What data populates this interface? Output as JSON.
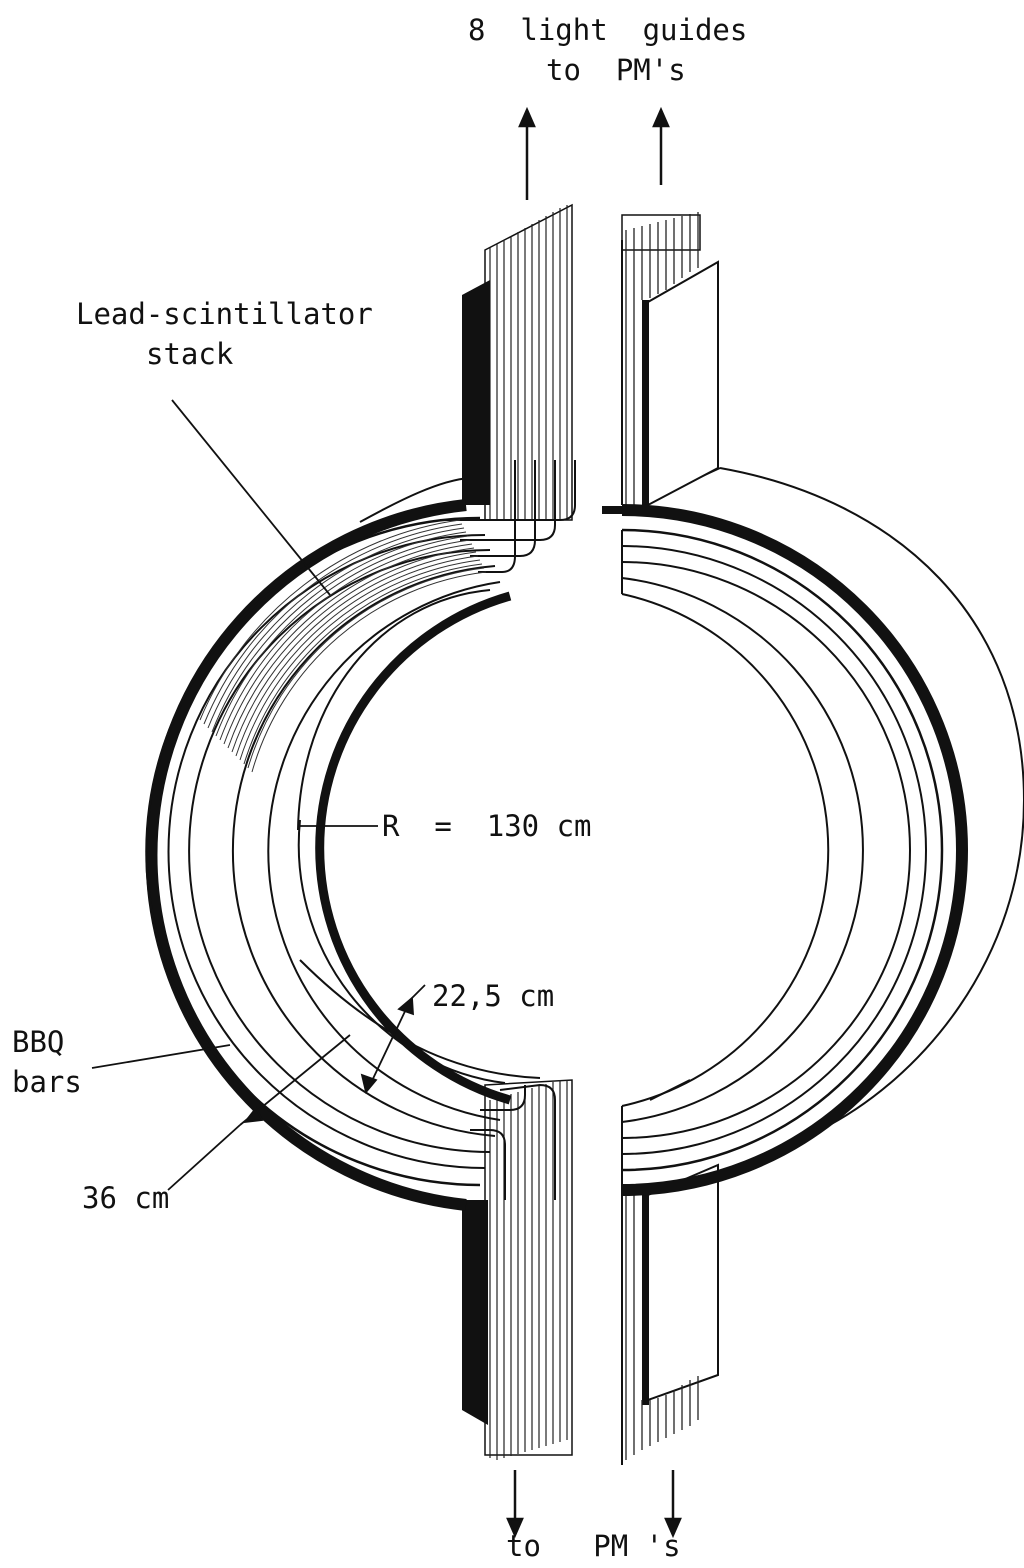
{
  "labels": {
    "top_line1": "8  light  guides",
    "top_line2": "to  PM's",
    "stack_line1": "Lead-scintillator",
    "stack_line2": "stack",
    "radius": "R  =  130 cm",
    "thick_inner": "22,5 cm",
    "bbq_line1": "BBQ",
    "bbq_line2": "bars",
    "thick_outer": "36 cm",
    "bottom": "to   PM 's"
  },
  "colors": {
    "ink": "#111111",
    "background": "#ffffff",
    "hatch": "#333333"
  }
}
